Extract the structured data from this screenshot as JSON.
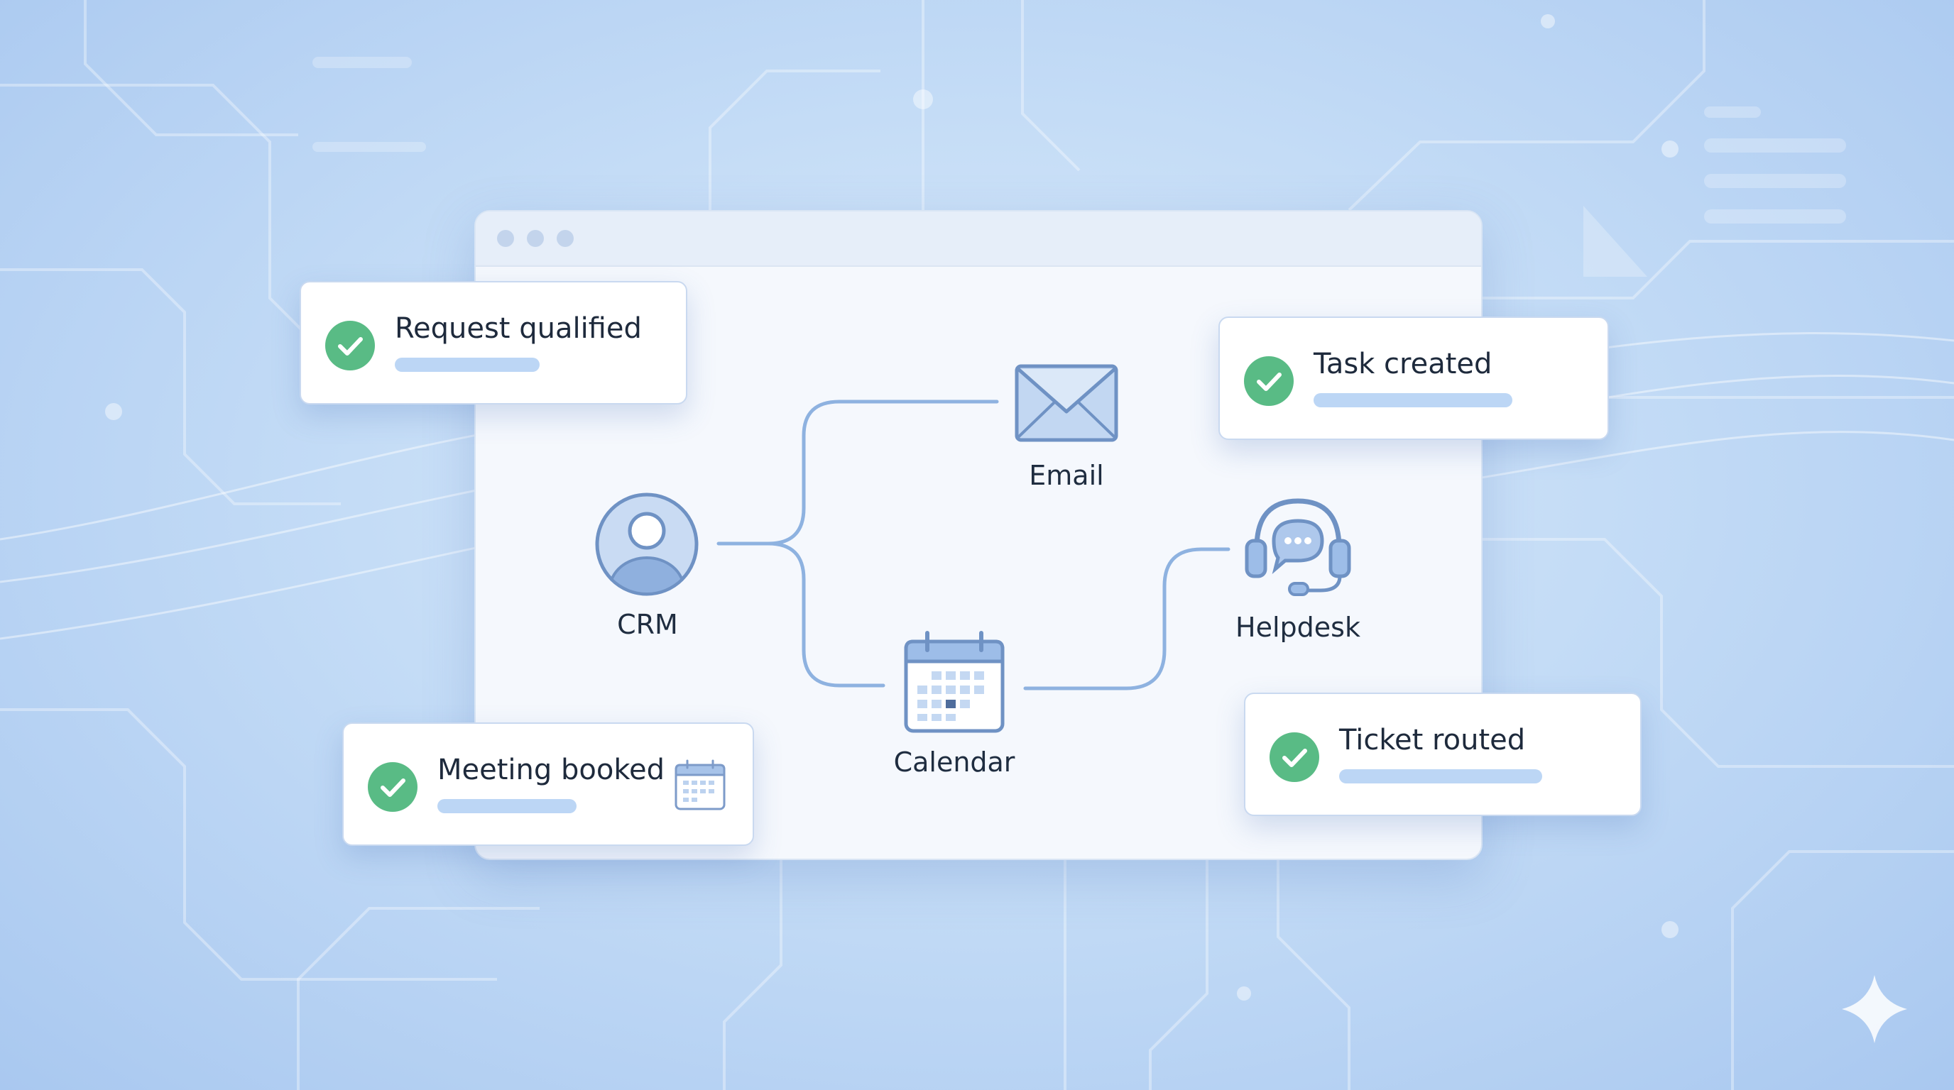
{
  "window": {
    "dots": 3
  },
  "nodes": {
    "crm": {
      "label": "CRM",
      "icon": "user-icon"
    },
    "email": {
      "label": "Email",
      "icon": "envelope-icon"
    },
    "calendar": {
      "label": "Calendar",
      "icon": "calendar-icon"
    },
    "helpdesk": {
      "label": "Helpdesk",
      "icon": "headset-icon"
    }
  },
  "cards": {
    "request_qualified": {
      "title": "Request qualified",
      "icon": "check-icon"
    },
    "task_created": {
      "title": "Task created",
      "icon": "check-icon"
    },
    "meeting_booked": {
      "title": "Meeting booked",
      "icon": "check-icon",
      "extra_icon": "calendar-icon"
    },
    "ticket_routed": {
      "title": "Ticket routed",
      "icon": "check-icon"
    }
  },
  "colors": {
    "accent_line": "#8eb2e0",
    "icon_stroke": "#6f92c4",
    "icon_fill": "#aec8ec",
    "check_green": "#59bb85",
    "card_bar": "#bcd6f5"
  }
}
